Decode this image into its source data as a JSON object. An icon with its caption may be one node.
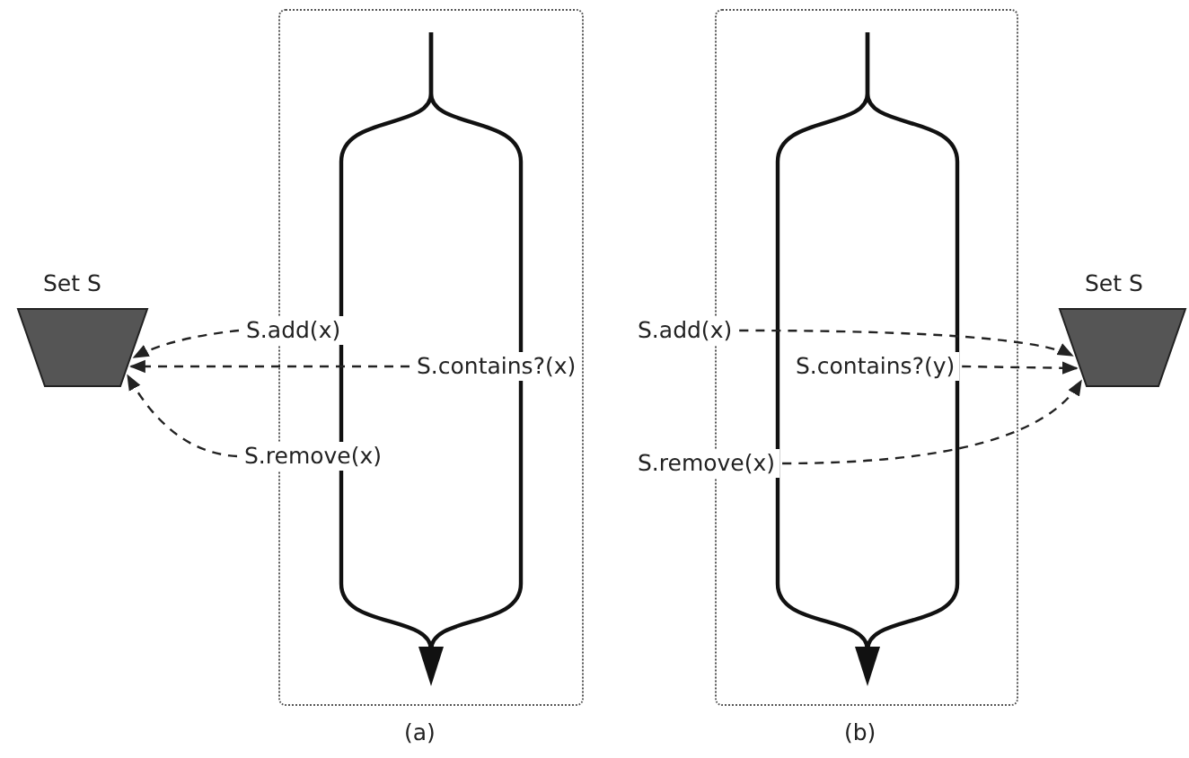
{
  "diagram": {
    "nodes": [
      {
        "text": [
          "S.add(x)"
        ]
      },
      {
        "text": [
          "S.contains?(x)"
        ]
      },
      {
        "text": [
          "S.remove(x)"
        ]
      },
      {
        "text": [
          "Set S"
        ]
      },
      {
        "text": [
          "S.add(x)"
        ]
      },
      {
        "text": [
          "S.contains?(y)"
        ]
      },
      {
        "text": [
          "S.remove(x)"
        ]
      },
      {
        "text": [
          "Set S"
        ]
      }
    ],
    "edges": [
      {
        "from": 0,
        "to": 3,
        "arrow": "to",
        "style": "dashed"
      },
      {
        "from": 1,
        "to": 3,
        "arrow": "to",
        "style": "dashed"
      },
      {
        "from": 2,
        "to": 3,
        "arrow": "to",
        "style": "dashed"
      },
      {
        "from": 4,
        "to": 7,
        "arrow": "to",
        "style": "dashed"
      },
      {
        "from": 5,
        "to": 7,
        "arrow": "to",
        "style": "dashed"
      },
      {
        "from": 6,
        "to": 7,
        "arrow": "to",
        "style": "dashed"
      }
    ],
    "labels": [
      "(a)",
      "(b)"
    ]
  }
}
